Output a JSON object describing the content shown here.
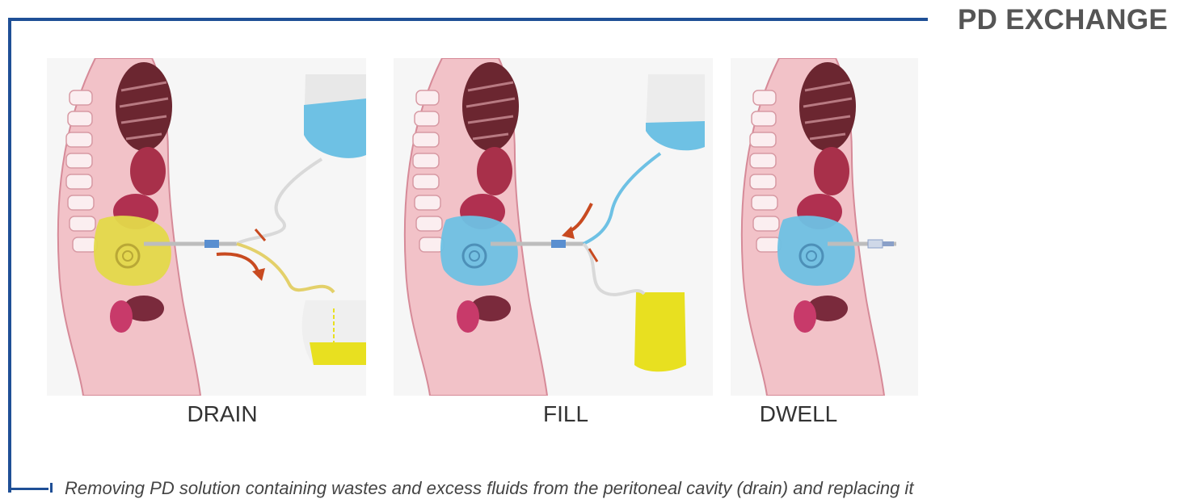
{
  "title": "PD EXCHANGE",
  "steps": [
    {
      "label": "DRAIN"
    },
    {
      "label": "FILL"
    },
    {
      "label": "DWELL"
    }
  ],
  "caption": "Removing PD solution containing wastes and excess fluids from the peritoneal cavity (drain) and replacing it",
  "colors": {
    "frame": "#1f4f96",
    "fresh_solution": "#6ec1e4",
    "used_solution": "#e8e020",
    "tissue": "#f2c2c8",
    "flow_arrow": "#c84a20"
  }
}
